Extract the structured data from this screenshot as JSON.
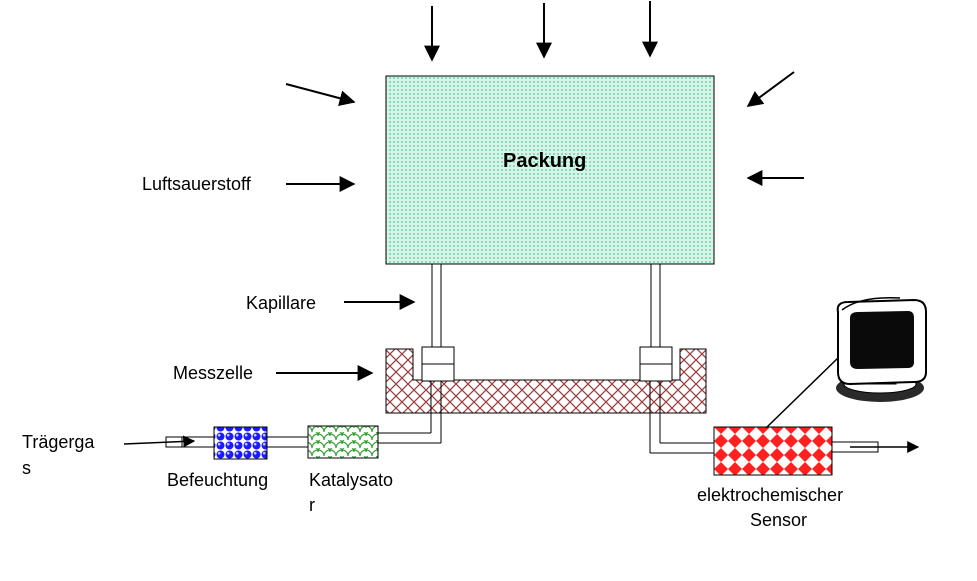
{
  "labels": {
    "packung": "Packung",
    "luftsauerstoff": "Luftsauerstoff",
    "kapillare": "Kapillare",
    "messzelle": "Messzelle",
    "traegergas_1": "Trägerga",
    "traegergas_2": "s",
    "befeuchtung": "Befeuchtung",
    "katalysator_1": "Katalysato",
    "katalysator_2": "r",
    "sensor_1": "elektrochemischer",
    "sensor_2": "Sensor"
  },
  "colors": {
    "packung_fill": "#d6f5e8",
    "packung_dots": "#4fc79a",
    "messzelle_hatch": "#9b3b3b",
    "befeuchtung_fill": "#1a1aff",
    "katalysator_scale": "#2e9e2e",
    "sensor_fill": "#ff2020"
  },
  "icons": {
    "monitor": "computer-monitor-icon"
  }
}
